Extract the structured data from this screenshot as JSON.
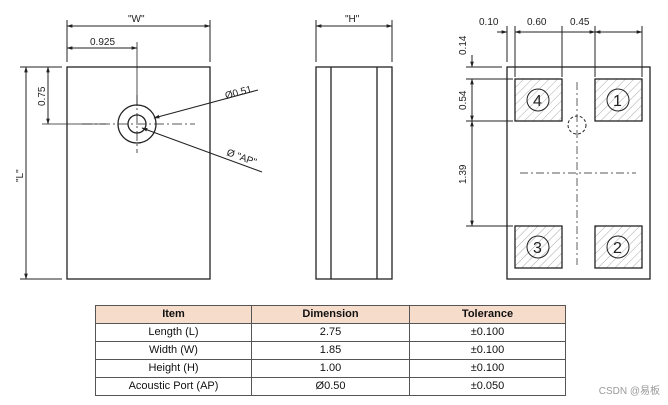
{
  "drawing": {
    "top_view": {
      "width_label": "\"W\"",
      "length_label": "\"L\"",
      "port_offset_x": "0.925",
      "port_offset_y": "0.75",
      "outer_diameter": "Ø0.51",
      "port_diameter": "Ø \"AP\""
    },
    "side_view": {
      "height_label": "\"H\""
    },
    "bottom_view": {
      "dim_left_margin": "0.10",
      "dim_pad_pitch_x": "0.60",
      "dim_pad_width": "0.45",
      "dim_top_margin": "0.14",
      "dim_pad_height": "0.54",
      "dim_pad_pitch_y": "1.39",
      "pins": [
        "4",
        "1",
        "3",
        "2"
      ]
    }
  },
  "table": {
    "headers": [
      "Item",
      "Dimension",
      "Tolerance"
    ],
    "rows": [
      [
        "Length (L)",
        "2.75",
        "±0.100"
      ],
      [
        "Width (W)",
        "1.85",
        "±0.100"
      ],
      [
        "Height (H)",
        "1.00",
        "±0.100"
      ],
      [
        "Acoustic Port (AP)",
        "Ø0.50",
        "±0.050"
      ]
    ]
  },
  "watermark": "CSDN @易板"
}
